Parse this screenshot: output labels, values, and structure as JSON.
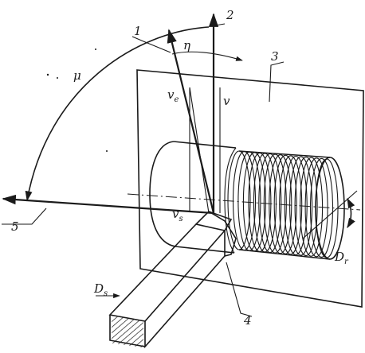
{
  "labels": {
    "mu": "μ",
    "eta": "η",
    "ve_main": "v",
    "ve_sub": "e",
    "v": "v",
    "vs_main": "v",
    "vs_sub": "s",
    "ds_main": "D",
    "ds_sub": "s",
    "dr_main": "D",
    "dr_sub": "r"
  },
  "callouts": [
    "1",
    "2",
    "3",
    "4",
    "5"
  ],
  "colors": {
    "ink": "#1a1a1a",
    "paper": "#ffffff"
  }
}
